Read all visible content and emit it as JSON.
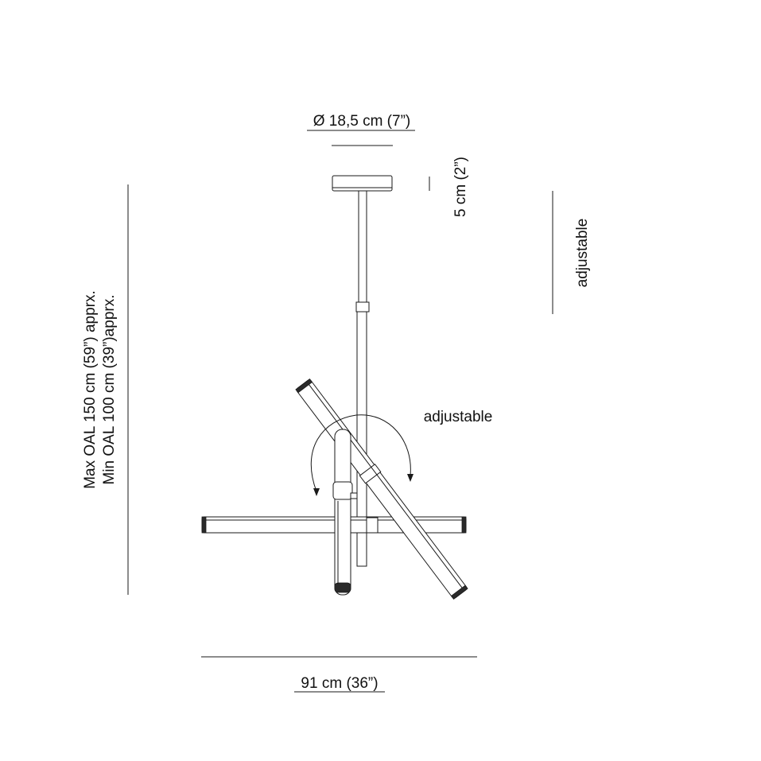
{
  "dimensions": {
    "diameter": "Ø 18,5 cm (7”)",
    "canopy_height": "5 cm (2”)",
    "stem_adjustable": "adjustable",
    "rotation_adjustable": "adjustable",
    "max_oal": "Max OAL 150 cm (59”) apprx.",
    "min_oal": "Min OAL 100 cm (39”)apprx.",
    "width": "91 cm (36”)"
  },
  "colors": {
    "line": "#1a1a1a",
    "background": "#ffffff"
  }
}
